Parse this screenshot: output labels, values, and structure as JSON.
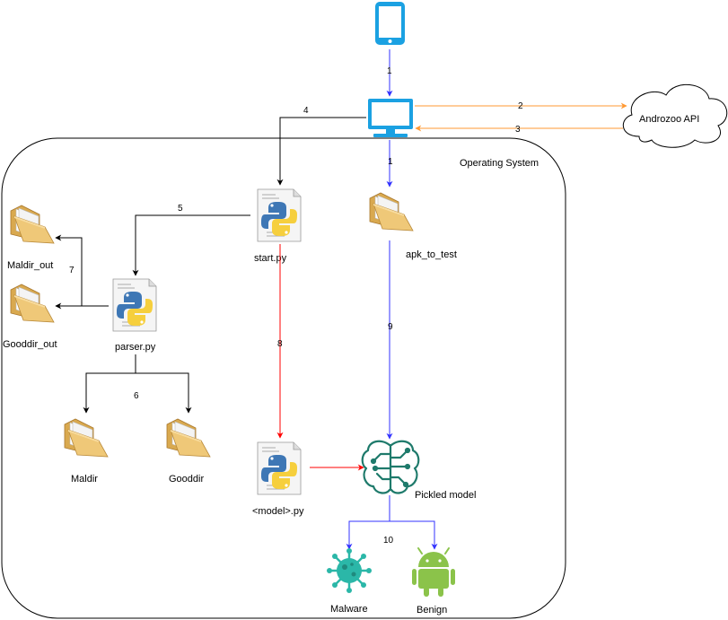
{
  "diagram": {
    "container_label": "Operating System",
    "cloud_label": "Androzoo API",
    "nodes": {
      "start_py": "start.py",
      "parser_py": "parser.py",
      "model_py": "<model>.py",
      "apk_to_test": "apk_to_test",
      "maldir_out": "Maldir_out",
      "gooddir_out": "Gooddir_out",
      "maldir": "Maldir",
      "gooddir": "Gooddir",
      "pickled_model": "Pickled model",
      "malware": "Malware",
      "benign": "Benign"
    },
    "steps": {
      "phone_to_monitor": "1",
      "monitor_to_apk": "1",
      "monitor_to_androzoo": "2",
      "androzoo_to_monitor": "3",
      "monitor_to_start": "4",
      "start_to_parser": "5",
      "parser_to_dirs": "6",
      "parser_to_outdirs": "7",
      "start_to_model": "8",
      "apk_to_pickled": "9",
      "pickled_to_results": "10"
    },
    "colors": {
      "blue_flow": "#3333ff",
      "orange_flow": "#ff9933",
      "red_flow": "#ff0000",
      "black_flow": "#000000",
      "device_blue": "#1ba1e2",
      "model_green": "#1e7a6b",
      "virus_teal": "#2bb7a8",
      "android_green": "#8bc34a",
      "folder_tan": "#e9c27a"
    }
  }
}
